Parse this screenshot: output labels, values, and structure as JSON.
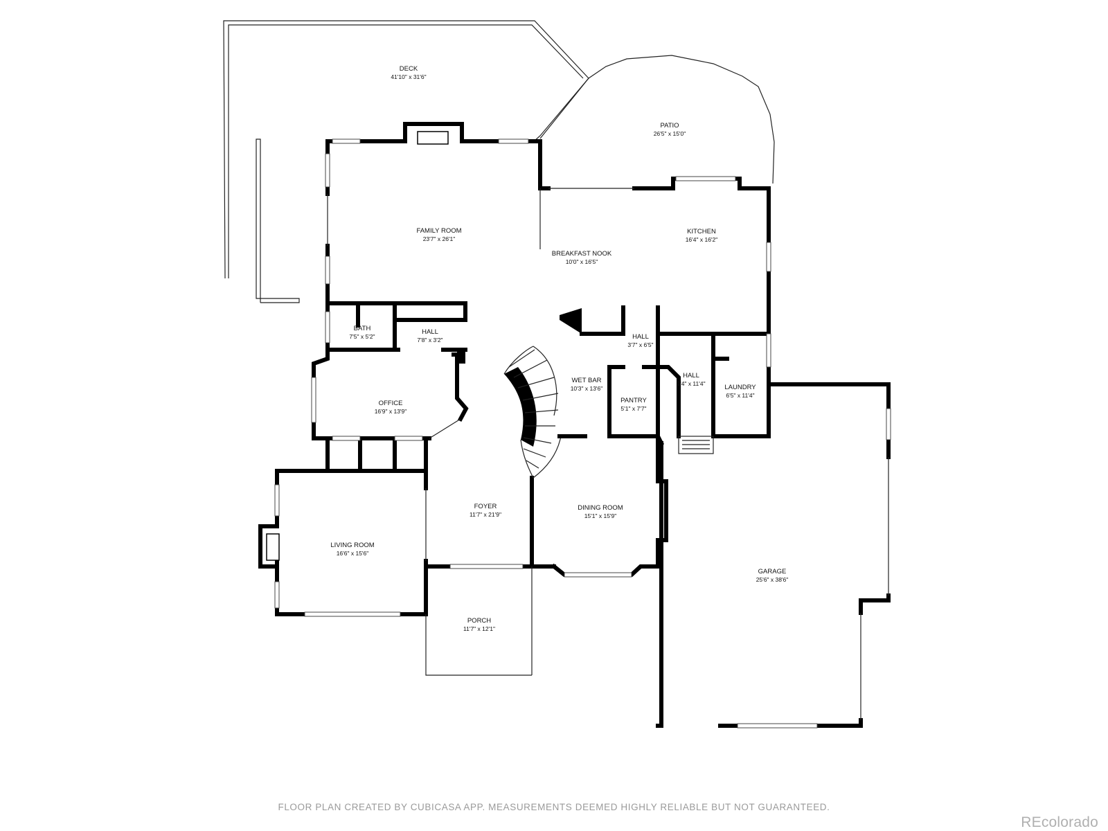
{
  "rooms": [
    {
      "id": "deck",
      "name": "DECK",
      "dim": "41'10\" x 31'6\""
    },
    {
      "id": "patio",
      "name": "PATIO",
      "dim": "26'5\" x 15'0\""
    },
    {
      "id": "family-room",
      "name": "FAMILY ROOM",
      "dim": "23'7\" x 26'1\""
    },
    {
      "id": "kitchen",
      "name": "KITCHEN",
      "dim": "16'4\" x 16'2\""
    },
    {
      "id": "breakfast-nook",
      "name": "BREAKFAST NOOK",
      "dim": "10'0\" x 16'5\""
    },
    {
      "id": "bath",
      "name": "BATH",
      "dim": "7'5\" x 5'2\""
    },
    {
      "id": "hall-1",
      "name": "HALL",
      "dim": "7'8\" x 3'2\""
    },
    {
      "id": "hall-2",
      "name": "HALL",
      "dim": "3'7\" x 6'5\""
    },
    {
      "id": "office",
      "name": "OFFICE",
      "dim": "16'9\" x 13'9\""
    },
    {
      "id": "wet-bar",
      "name": "WET BAR",
      "dim": "10'3\" x 13'6\""
    },
    {
      "id": "pantry",
      "name": "PANTRY",
      "dim": "5'1\" x 7'7\""
    },
    {
      "id": "hall-3",
      "name": "HALL",
      "dim": "7'4\" x 11'4\""
    },
    {
      "id": "laundry",
      "name": "LAUNDRY",
      "dim": "6'5\" x 11'4\""
    },
    {
      "id": "foyer",
      "name": "FOYER",
      "dim": "11'7\" x 21'9\""
    },
    {
      "id": "dining-room",
      "name": "DINING ROOM",
      "dim": "15'1\" x 15'9\""
    },
    {
      "id": "living-room",
      "name": "LIVING ROOM",
      "dim": "16'6\" x 15'6\""
    },
    {
      "id": "garage",
      "name": "GARAGE",
      "dim": "25'6\" x 38'6\""
    },
    {
      "id": "porch",
      "name": "PORCH",
      "dim": "11'7\" x 12'1\""
    }
  ],
  "footer": {
    "disclaimer": "FLOOR PLAN CREATED BY CUBICASA APP. MEASUREMENTS DEEMED HIGHLY RELIABLE BUT NOT GUARANTEED.",
    "brand": "REcolorado"
  }
}
